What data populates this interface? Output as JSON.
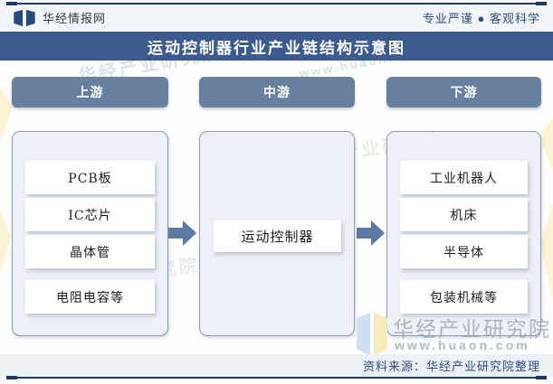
{
  "header": {
    "brand": "华经情报网",
    "tagline": "专业严谨 ● 客观科学"
  },
  "title": "运动控制器行业产业链结构示意图",
  "columns": [
    {
      "id": "upstream",
      "label": "上游",
      "items": [
        "PCB板",
        "IC芯片",
        "晶体管",
        "电阻电容等"
      ]
    },
    {
      "id": "midstream",
      "label": "中游",
      "items": [
        "运动控制器"
      ]
    },
    {
      "id": "downstream",
      "label": "下游",
      "items": [
        "工业机器人",
        "机床",
        "半导体",
        "包装机械等"
      ]
    }
  ],
  "footer": {
    "source": "资料来源：华经产业研究院整理"
  },
  "watermark": {
    "name": "华经产业研究院",
    "url": "www.huaon.com"
  },
  "colors": {
    "title_bar": "#3c5a8d",
    "pill": "#68809f",
    "arrow": "#5b79a3",
    "panel_fill": "#edf1f7",
    "panel_border": "#8b9bb3",
    "accent_line": "#1f3864",
    "footer_text": "#2f4d80"
  }
}
